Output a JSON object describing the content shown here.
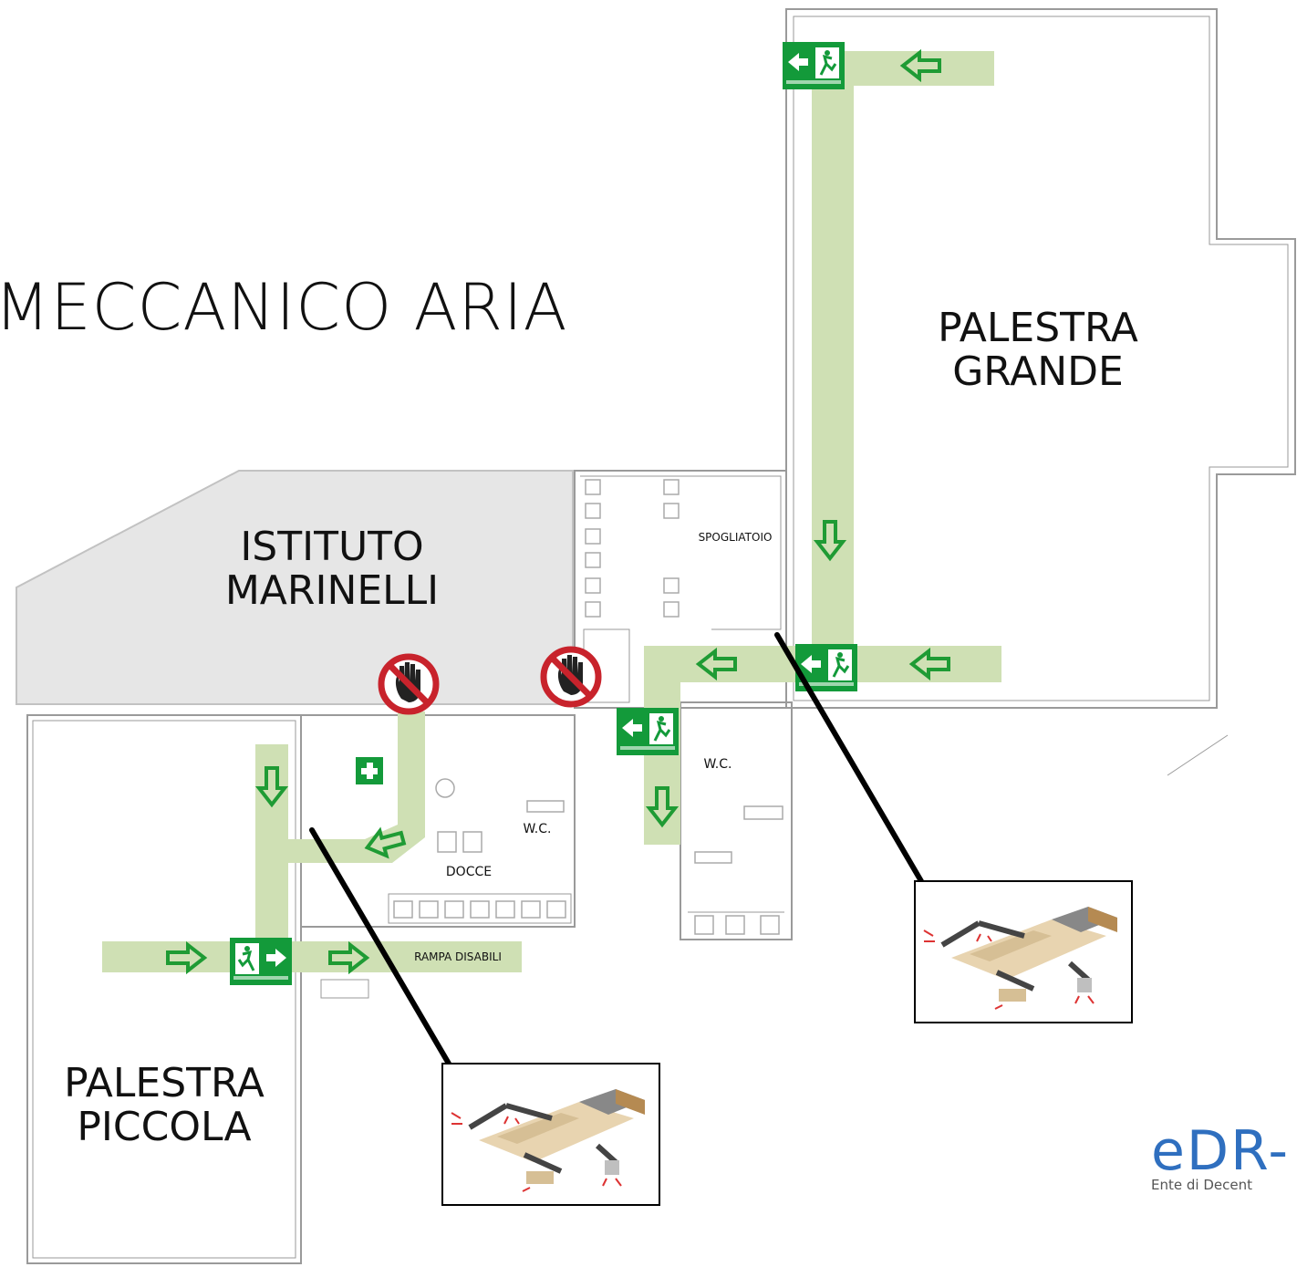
{
  "plan": {
    "title": "MECCANICO ARIA",
    "rooms": {
      "palestra_grande": "PALESTRA\nGRANDE",
      "istituto_marinelli": "ISTITUTO\nMARINELLI",
      "palestra_piccola": "PALESTRA\nPICCOLA",
      "spogliatoio": "SPOGLIATOIO",
      "wc_1": "W.C.",
      "wc_2": "W.C.",
      "docce": "DOCCE",
      "rampa_disabili": "RAMPA DISABILI"
    },
    "logo": {
      "mark": "eDR-",
      "subtitle": "Ente di Decent"
    },
    "icons": [
      "emergency-exit-sign-icon",
      "no-entry-hand-icon",
      "first-aid-icon",
      "arrow-icon",
      "air-duct-diagram-icon"
    ],
    "colors": {
      "route": "#cfe0b4",
      "arrow": "#1f9b34",
      "exit_sign": "#139a3a",
      "no_entry": "#c8232c",
      "wall": "#9a9a9a",
      "building": "#e6e6e6"
    }
  }
}
